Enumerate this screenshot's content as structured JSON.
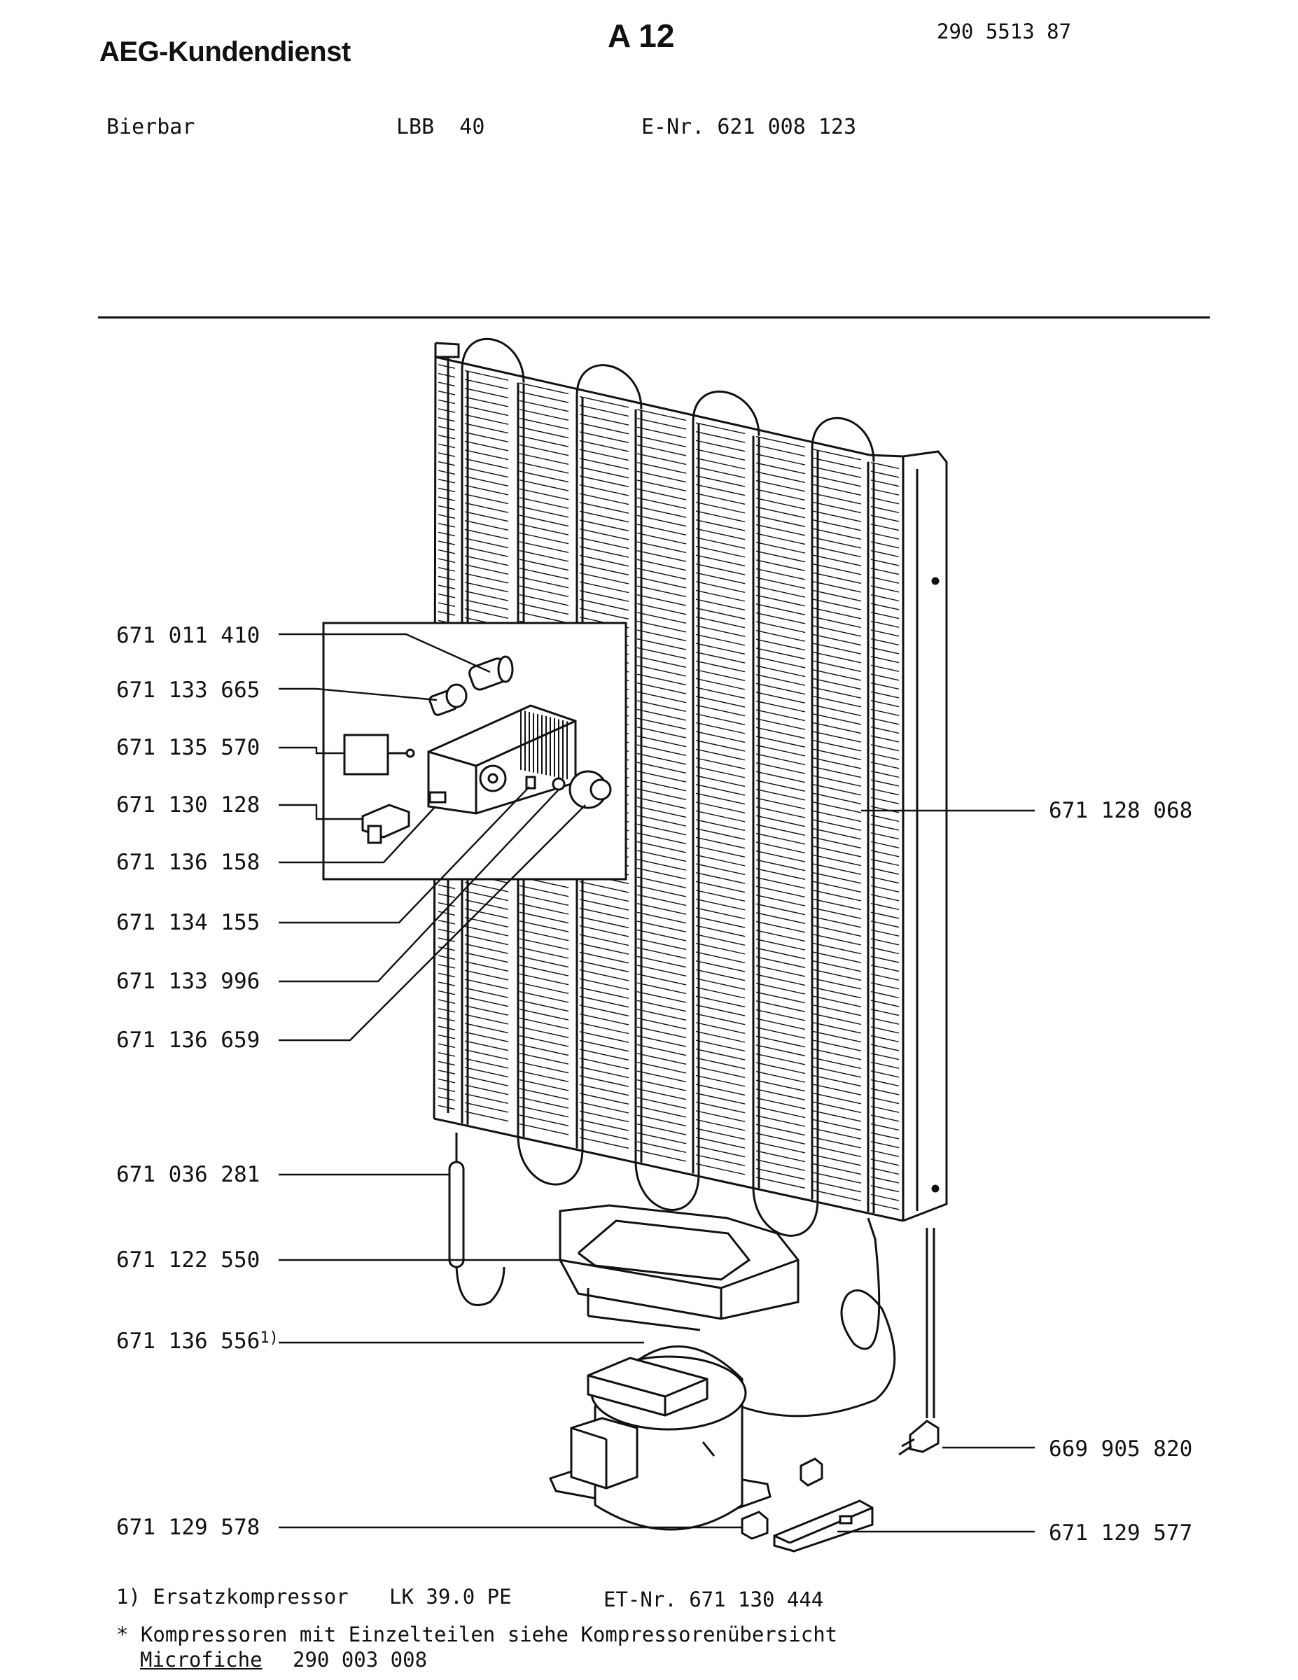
{
  "header": {
    "brand": "AEG-Kundendienst",
    "sheet": "A 12",
    "doc_number": "290 5513 87"
  },
  "product": {
    "name": "Bierbar",
    "model": "LBB  40",
    "e_number": "E-Nr. 621 008 123"
  },
  "parts_left": [
    "671 011 410",
    "671 133 665",
    "671 135 570",
    "671 130 128",
    "671 136 158",
    "671 134 155",
    "671 133 996",
    "671 136 659",
    "671 036 281",
    "671 122 550",
    "671 136 556",
    "671 129 578"
  ],
  "parts_right": [
    "671 128 068",
    "669 905 820",
    "671 129 577"
  ],
  "footnote_marker": "1)",
  "notes": {
    "replacement_label": "1) Ersatzkompressor",
    "replacement_model": "LK 39.0 PE",
    "replacement_et": "ET-Nr. 671 130 444",
    "compressor_note": "* Kompressoren mit Einzelteilen siehe Kompressorenübersicht",
    "microfiche_label": "Microfiche",
    "microfiche_number": "290 003 008"
  }
}
